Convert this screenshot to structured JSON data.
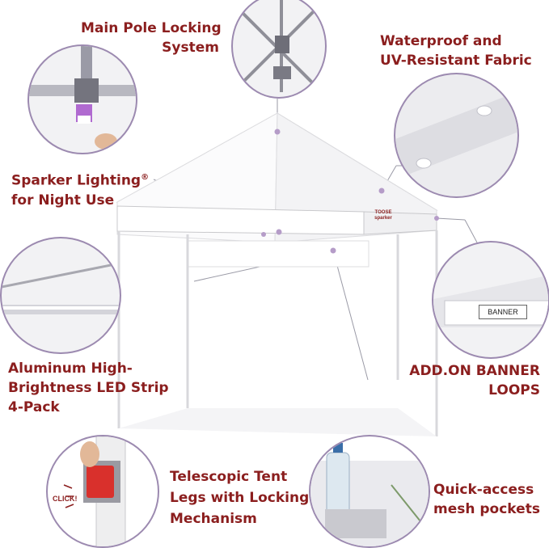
{
  "labels": {
    "main_pole_1": "Main Pole Locking",
    "main_pole_2": "System",
    "waterproof_1": "Waterproof and",
    "waterproof_2": "UV-Resistant Fabric",
    "sparker_1": "Sparker Lighting",
    "sparker_reg": "®",
    "sparker_2": "for Night Use",
    "led_1": "Aluminum High-",
    "led_2": "Brightness LED Strip",
    "led_3": "4-Pack",
    "banner_1": "ADD.ON BANNER",
    "banner_2": "LOOPS",
    "legs_1": "Telescopic Tent",
    "legs_2": "Legs with Locking",
    "legs_3": "Mechanism",
    "pockets_1": "Quick-access",
    "pockets_2": "mesh pockets"
  },
  "inset_text": {
    "banner_tag": "BANNER",
    "click": "CLICK!"
  },
  "brand_logo": "TOOSE sparker",
  "colors": {
    "label_text": "#8b1e1e",
    "circle_border": "#9c8ab0",
    "canopy": "#ffffff",
    "light_purple": "#b06ad0",
    "button_red": "#d9302c"
  },
  "icons": [
    "tent-canopy-icon",
    "pole-joint-icon",
    "led-strip-icon",
    "fabric-texture-icon",
    "banner-loop-icon",
    "lock-button-icon",
    "mesh-pocket-icon"
  ]
}
